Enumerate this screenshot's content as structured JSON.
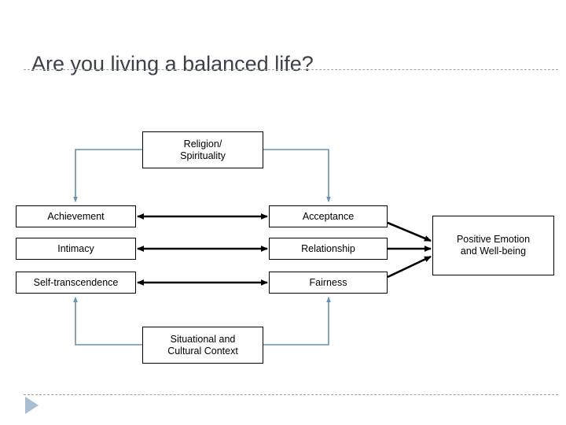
{
  "slide": {
    "title": "Are you living a balanced life?",
    "background_color": "#ffffff",
    "title_color": "#3c4049",
    "divider_color": "#9aa3ae",
    "play_icon_color": "#a9bdd1"
  },
  "diagram": {
    "type": "flow-diagram",
    "black_line_color": "#000000",
    "blue_line_color": "#6690b4",
    "box_border_color": "#000000",
    "nodes": [
      {
        "id": "religion",
        "label": "Religion/\nSpirituality",
        "column": "top-center"
      },
      {
        "id": "achievement",
        "label": "Achievement",
        "column": "left"
      },
      {
        "id": "intimacy",
        "label": "Intimacy",
        "column": "left"
      },
      {
        "id": "self-transcendence",
        "label": "Self-transcendence",
        "column": "left"
      },
      {
        "id": "acceptance",
        "label": "Acceptance",
        "column": "middle"
      },
      {
        "id": "relationship",
        "label": "Relationship",
        "column": "middle"
      },
      {
        "id": "fairness",
        "label": "Fairness",
        "column": "middle"
      },
      {
        "id": "positive",
        "label": "Positive Emotion\nand Well-being",
        "column": "right"
      },
      {
        "id": "situational",
        "label": "Situational and\nCultural Context",
        "column": "bottom-center"
      }
    ],
    "edges": [
      {
        "from": "religion",
        "to": "achievement",
        "style": "blue",
        "arrow": "end"
      },
      {
        "from": "religion",
        "to": "acceptance",
        "style": "blue",
        "arrow": "end"
      },
      {
        "from": "situational",
        "to": "self-transcendence",
        "style": "blue",
        "arrow": "end"
      },
      {
        "from": "situational",
        "to": "fairness",
        "style": "blue",
        "arrow": "end"
      },
      {
        "from": "achievement",
        "to": "acceptance",
        "style": "black",
        "arrow": "both"
      },
      {
        "from": "intimacy",
        "to": "relationship",
        "style": "black",
        "arrow": "both"
      },
      {
        "from": "self-transcendence",
        "to": "fairness",
        "style": "black",
        "arrow": "both"
      },
      {
        "from": "acceptance",
        "to": "positive",
        "style": "black",
        "arrow": "end"
      },
      {
        "from": "relationship",
        "to": "positive",
        "style": "black",
        "arrow": "end"
      },
      {
        "from": "fairness",
        "to": "positive",
        "style": "black",
        "arrow": "end"
      }
    ]
  }
}
